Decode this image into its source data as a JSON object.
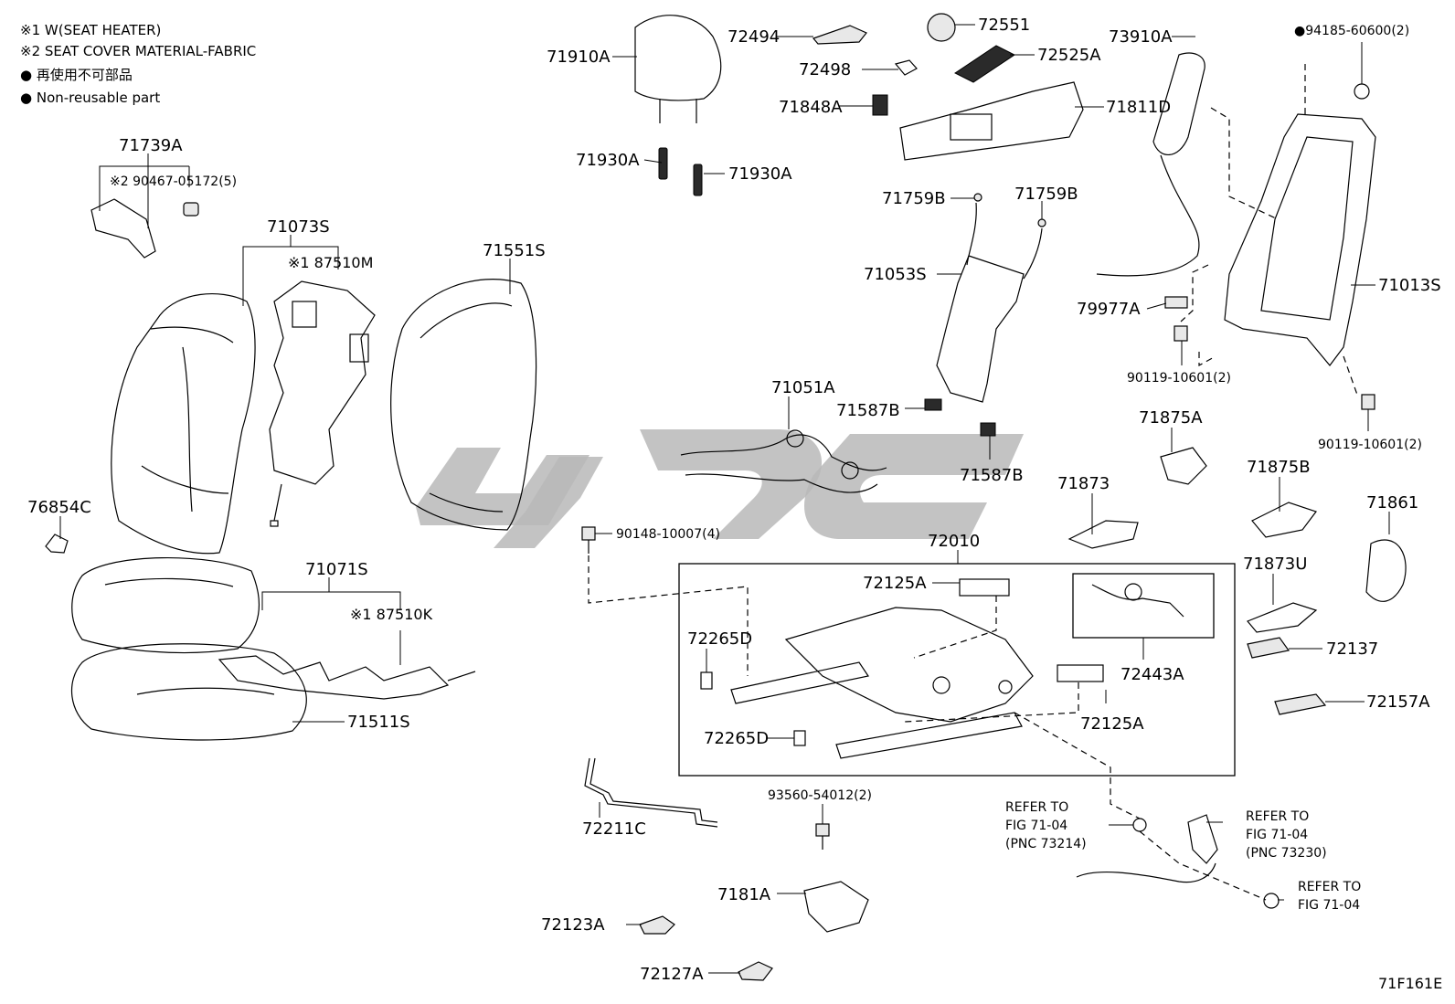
{
  "notes": {
    "note1": "※1 W(SEAT HEATER)",
    "note2": "※2 SEAT COVER MATERIAL-FABRIC",
    "note3": "● 再使用不可部品",
    "note4": "● Non-reusable part"
  },
  "figure_code": "71F161E",
  "parts": {
    "p71739A": "71739A",
    "p90467": "※2 90467-05172(5)",
    "p71073S": "71073S",
    "p87510M": "※1 87510M",
    "p71551S": "71551S",
    "p76854C": "76854C",
    "p71071S": "71071S",
    "p87510K": "※1 87510K",
    "p71511S": "71511S",
    "p71910A": "71910A",
    "p71930A_1": "71930A",
    "p71930A_2": "71930A",
    "p72494": "72494",
    "p72498": "72498",
    "p71848A": "71848A",
    "p72551": "72551",
    "p72525A": "72525A",
    "p71811D": "71811D",
    "p73910A": "73910A",
    "p94185": "●94185-60600(2)",
    "p71759B_1": "71759B",
    "p71759B_2": "71759B",
    "p71053S": "71053S",
    "p71051A": "71051A",
    "p71587B_1": "71587B",
    "p71587B_2": "71587B",
    "p79977A": "79977A",
    "p90119_1": "90119-10601(2)",
    "p90119_2": "90119-10601(2)",
    "p71013S": "71013S",
    "p71875A": "71875A",
    "p71873": "71873",
    "p71875B": "71875B",
    "p71861": "71861",
    "p90148": "90148-10007(4)",
    "p72010": "72010",
    "p72125A_1": "72125A",
    "p72125A_2": "72125A",
    "p72265D_1": "72265D",
    "p72265D_2": "72265D",
    "p72443A": "72443A",
    "p71873U": "71873U",
    "p72137": "72137",
    "p72157A": "72157A",
    "p72211C": "72211C",
    "p93560": "93560-54012(2)",
    "p7181A": "7181A",
    "p72123A": "72123A",
    "p72127A": "72127A"
  },
  "refs": {
    "ref1_l1": "REFER TO",
    "ref1_l2": "FIG 71-04",
    "ref1_l3": "(PNC 73214)",
    "ref2_l1": "REFER TO",
    "ref2_l2": "FIG 71-04",
    "ref2_l3": "(PNC 73230)",
    "ref3_l1": "REFER TO",
    "ref3_l2": "FIG 71-04"
  }
}
